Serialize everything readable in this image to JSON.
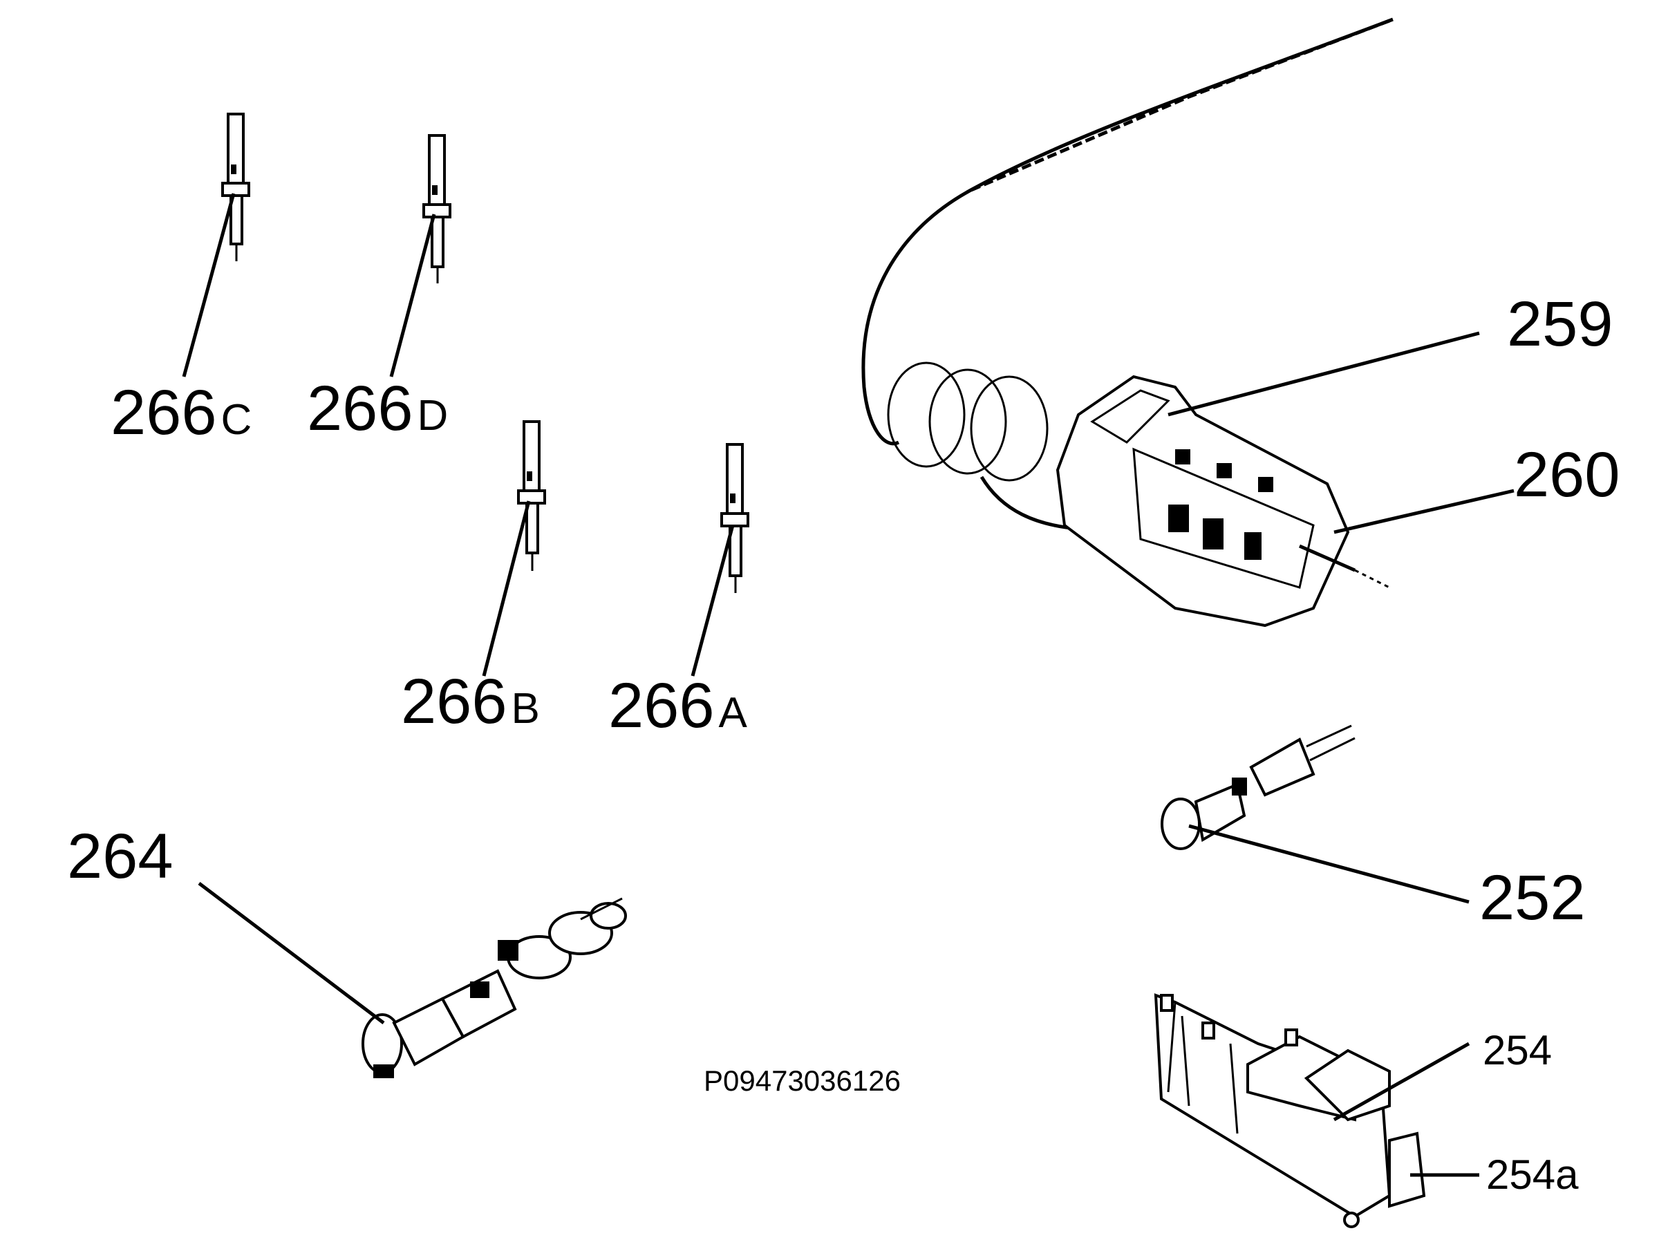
{
  "labels": {
    "l266c": {
      "num": "266",
      "suffix": "C"
    },
    "l266d": {
      "num": "266",
      "suffix": "D"
    },
    "l266b": {
      "num": "266",
      "suffix": "B"
    },
    "l266a": {
      "num": "266",
      "suffix": "A"
    },
    "l259": "259",
    "l260": "260",
    "l252": "252",
    "l264": "264",
    "l254": "254",
    "l254a": "254a"
  },
  "reference_code": "P09473036126"
}
